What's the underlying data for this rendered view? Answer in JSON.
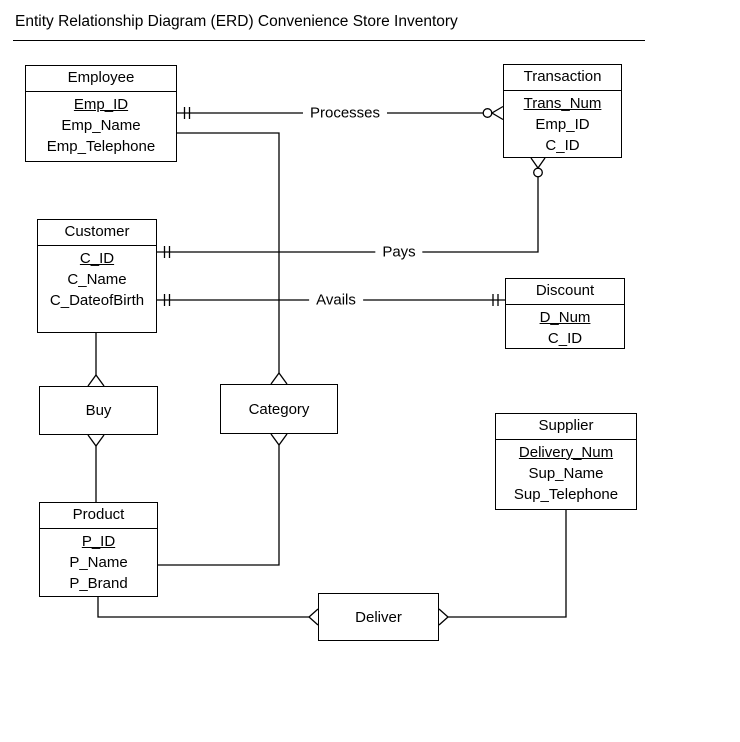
{
  "title": "Entity Relationship Diagram (ERD) Convenience Store Inventory",
  "entities": {
    "employee": {
      "name": "Employee",
      "key_attr": "Emp_ID",
      "attrs": [
        "Emp_ID",
        "Emp_Name",
        "Emp_Telephone"
      ]
    },
    "transaction": {
      "name": "Transaction",
      "key_attr": "Trans_Num",
      "attrs": [
        "Trans_Num",
        "Emp_ID",
        "C_ID"
      ]
    },
    "customer": {
      "name": "Customer",
      "key_attr": "C_ID",
      "attrs": [
        "C_ID",
        "C_Name",
        "C_DateofBirth"
      ]
    },
    "discount": {
      "name": "Discount",
      "key_attr": "D_Num",
      "attrs": [
        "D_Num",
        "C_ID"
      ]
    },
    "supplier": {
      "name": "Supplier",
      "key_attr": "Delivery_Num",
      "attrs": [
        "Delivery_Num",
        "Sup_Name",
        "Sup_Telephone"
      ]
    },
    "product": {
      "name": "Product",
      "key_attr": "P_ID",
      "attrs": [
        "P_ID",
        "P_Name",
        "P_Brand"
      ]
    }
  },
  "relationships": {
    "buy": {
      "name": "Buy"
    },
    "category": {
      "name": "Category"
    },
    "deliver": {
      "name": "Deliver"
    }
  },
  "relationship_labels": {
    "processes": "Processes",
    "pays": "Pays",
    "avails": "Avails"
  },
  "notation": {
    "double_tick": "one-and-only-one",
    "circle_crowfoot": "zero-or-many",
    "crowfoot": "many"
  },
  "colors": {
    "line": "#000000",
    "background": "#ffffff",
    "text": "#000000"
  }
}
